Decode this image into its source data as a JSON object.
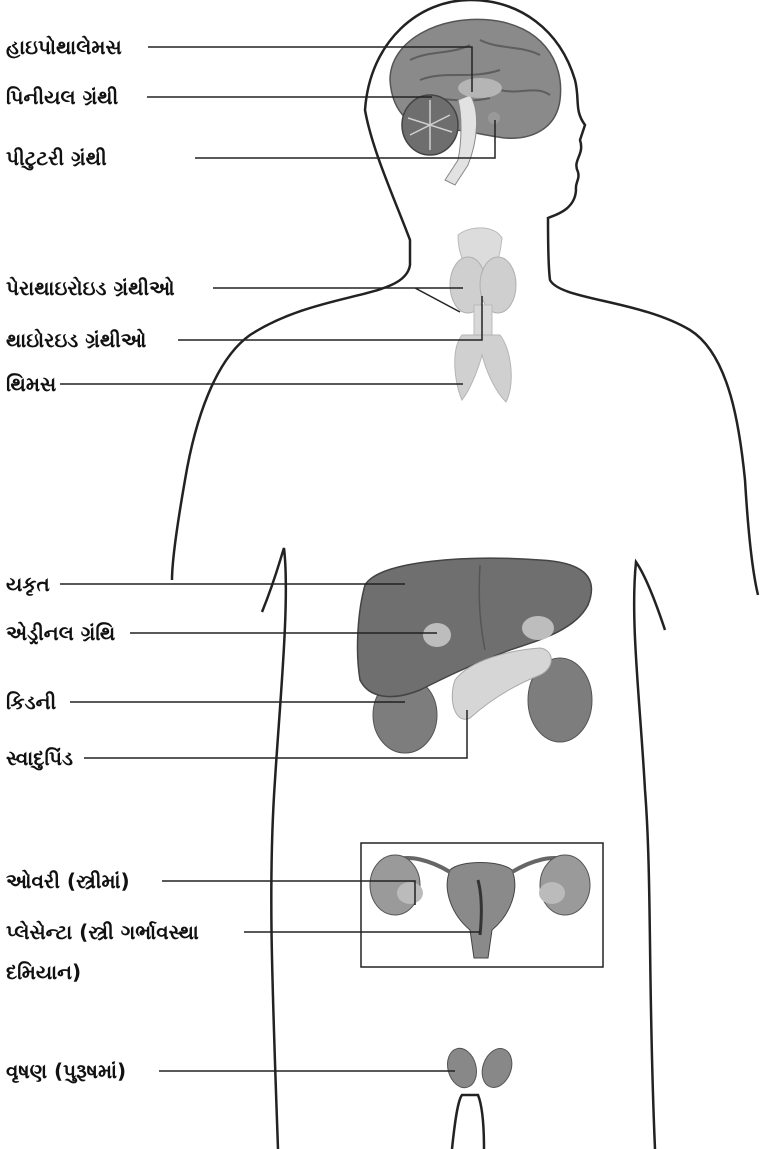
{
  "labels": {
    "hypothalamus": "હાઇપોથાલેમસ",
    "pineal": "પિનીયલ ગ્રંથી",
    "pituitary": "પીટુટરી ગ્રંથી",
    "parathyroid": "પેરાથાઇરોઇડ ગ્રંથીઓ",
    "thyroid": "થાઇોરઇડ ગ્રંથીઓ",
    "thymus": "થિમસ",
    "liver": "યકૃત",
    "adrenal": "એડ્રીનલ ગ્રંથિ",
    "kidney": "કિડની",
    "pancreas": "સ્વાદુપિંડ",
    "ovary": "ઓવરી (સ્ત્રીમાં)",
    "placenta_line1": "પ્લેસેન્ટા (સ્ત્રી ગર્ભાવસ્થા",
    "placenta_line2": "દમિયાન)",
    "testis": "વૃષણ (પુરૂષમાં)"
  },
  "colors": {
    "outline": "#222222",
    "brain": "#8a8a8a",
    "liver": "#6f6f6f",
    "kidney": "#7d7d7d",
    "gland_light": "#d0d0d0",
    "uterus": "#888888"
  }
}
